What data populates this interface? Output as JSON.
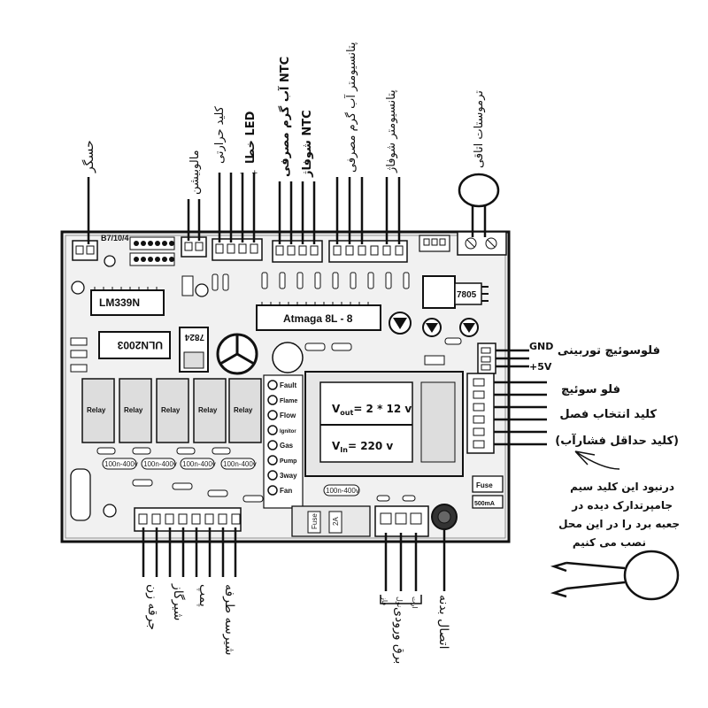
{
  "board": {
    "date_code": "B7/10/4",
    "chips": {
      "comparator": "LM339N",
      "driver": "ULN2003",
      "mcu": "Atmaga 8L - 8",
      "regulator_left": "7824",
      "regulator_right": "7805"
    },
    "relays": [
      "Relay",
      "Relay",
      "Relay",
      "Relay",
      "Relay"
    ],
    "leds": [
      "Fault",
      "Flame",
      "Flow",
      "Ignitor",
      "Gas",
      "Pump",
      "3way",
      "Fan"
    ],
    "transformer": {
      "v_out_label": "V",
      "v_out_sub": "out",
      "v_out_value": "= 2 * 12 v",
      "v_in_label": "V",
      "v_in_sub": "In",
      "v_in_value": "=  220 v"
    },
    "fuse_label": "Fuse",
    "fuse_rating": "500mA",
    "cap_labels": [
      "100n-400v",
      "100n-400v",
      "100n-400v",
      "100n-400v",
      "100n-400v"
    ],
    "fuse_small": [
      "Fuse",
      "2A"
    ]
  },
  "top_labels": {
    "sensor": "حسگر",
    "motorized": "مالوبیشن",
    "thermal_switch": "کلید حرارتی",
    "error_led": "خطا LED",
    "error_led_pins": [
      "-",
      "+"
    ],
    "hot_water_ntc": "آب گرم مصرفی NTC",
    "boiler_ntc": "شوفاژ NTC",
    "hot_water_pot": "پتانسیومتر آب گرم مصرفی",
    "boiler_pot": "پتانسیومتر شوفاژ",
    "room_thermostat": "ترموستات اتاقی"
  },
  "right_labels": {
    "gnd": "GND",
    "plus5v": "+5V",
    "turbine_flow_switch": "فلوسوئیچ توربینی",
    "flow_switch": "فلو سوئیچ",
    "season_switch": "کلید انتخاب فصل",
    "min_pressure_switch": "(کلید حداقل فشارآب)",
    "note_lines": [
      "درنبود این کلید سیم",
      "جامپرتدارک دیده در",
      "جعبه برد را در این محل",
      "نصب می کنیم"
    ]
  },
  "bottom_labels": {
    "spark": "جرقه زن",
    "gas_valve": "شیرگاز",
    "pump": "پمپ",
    "three_way": "شیرسه طرفه",
    "power_pins": [
      "فاز",
      "نول",
      "ارت"
    ],
    "power_input": "برق ورودی",
    "body_connection": "اتصال بدنه"
  }
}
